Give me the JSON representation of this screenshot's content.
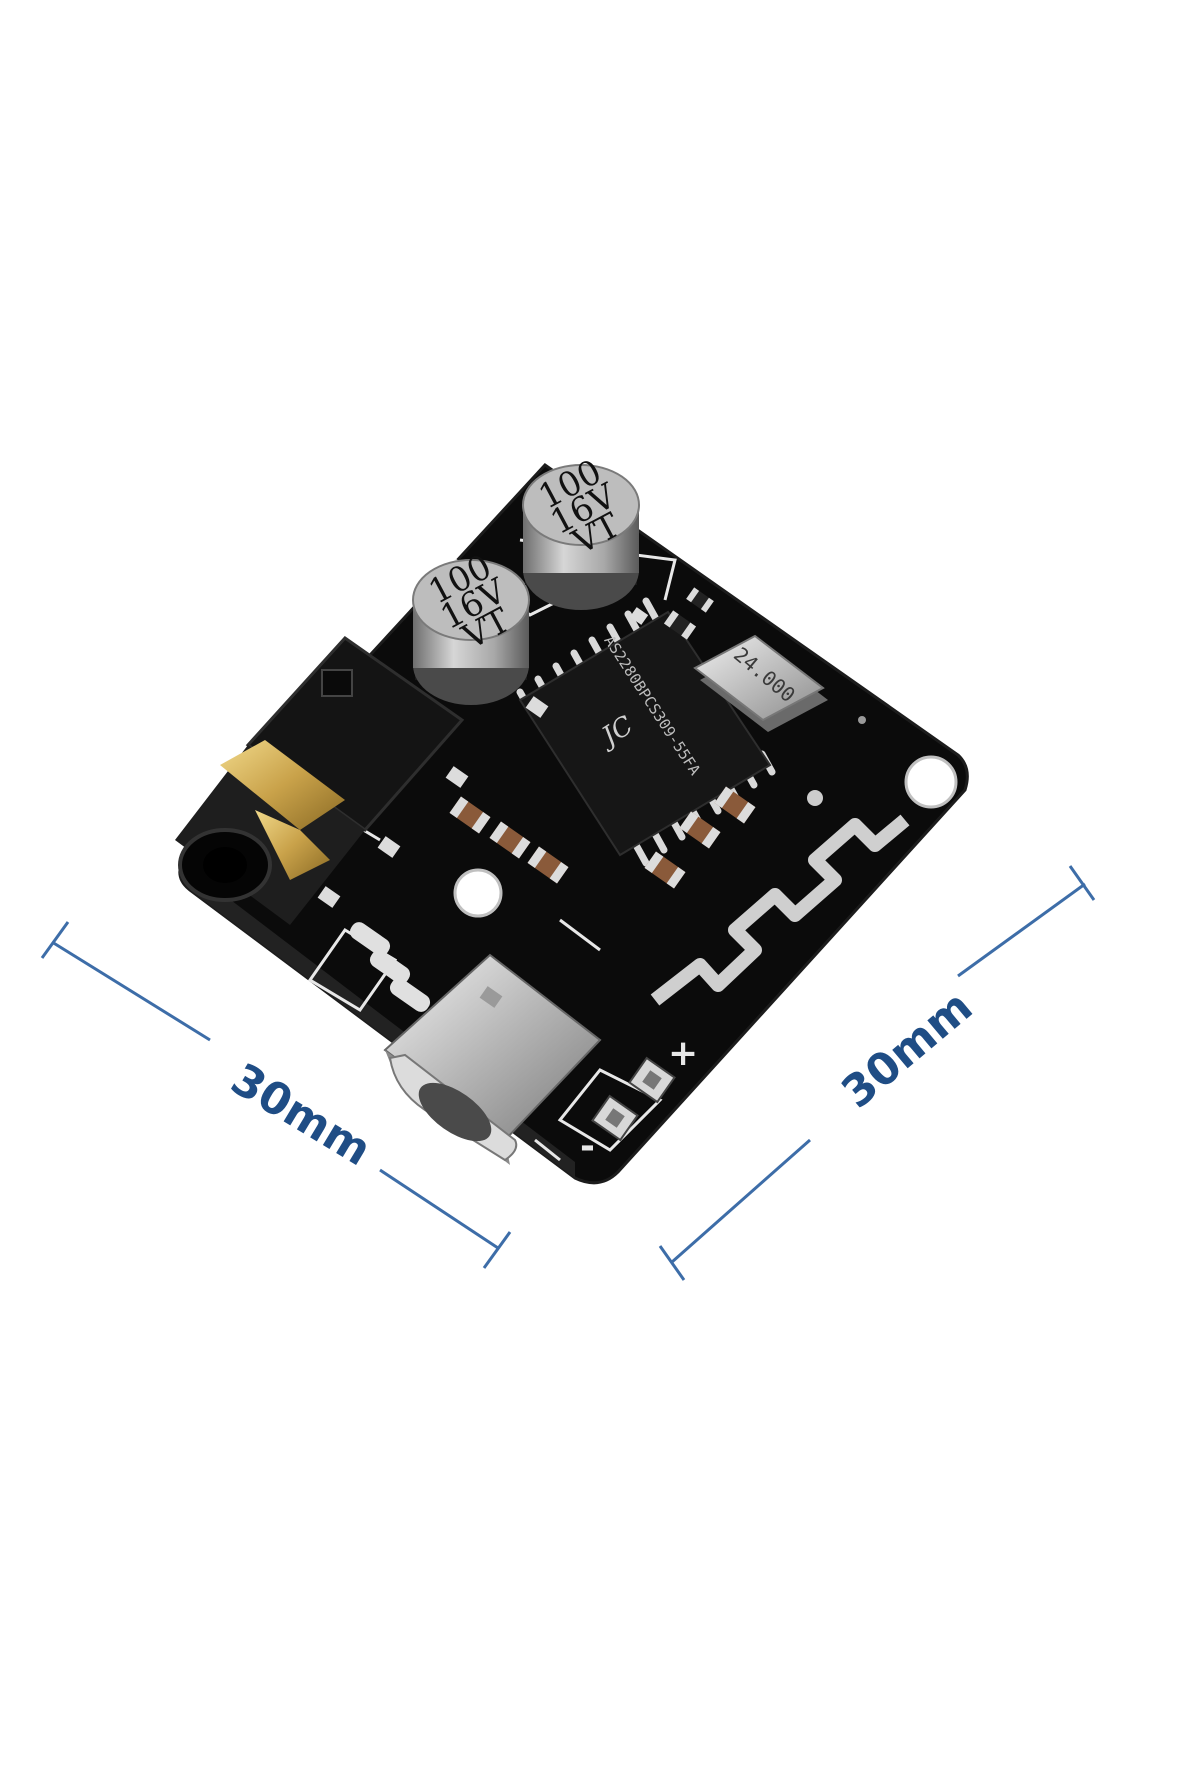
{
  "dimensions": {
    "left": "30mm",
    "right": "30mm"
  },
  "capacitors": [
    {
      "lines": [
        "100",
        "16V",
        "VT"
      ]
    },
    {
      "lines": [
        "100",
        "16V",
        "VT"
      ]
    }
  ],
  "chip": {
    "marking": "AS2280BPCS309-55FA"
  },
  "crystal": {
    "marking": "24.000"
  },
  "silkscreen": {
    "plus": "+",
    "minus": "-"
  },
  "colors": {
    "board": "#0b0b0b",
    "silkscreen": "#e8e8e8",
    "dimension_line": "#3d6da8",
    "dimension_text": "#1f4d85",
    "jack_gold": "#c9a24a",
    "usb_metal": "#c8c8c8",
    "capacitor_body": "#9a9a9a"
  },
  "icons": {
    "chip_logo": "jx-logo-icon"
  }
}
